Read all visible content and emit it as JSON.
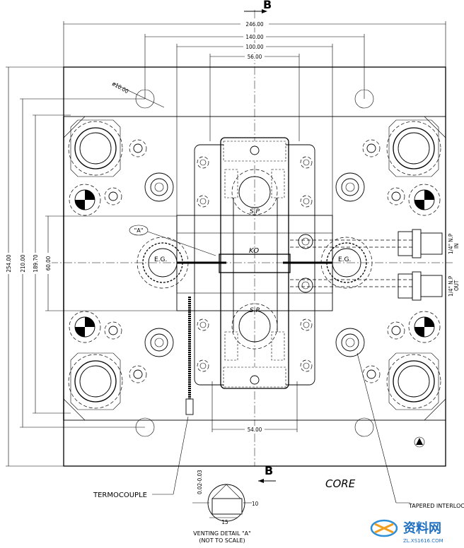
{
  "section_marks": {
    "letter": "B"
  },
  "dimensions": {
    "width_246": "246.00",
    "width_140": "140.00",
    "width_100": "100.00",
    "width_56": "56.00",
    "width_54": "54.00",
    "height_254": "254.00",
    "height_210": "210.00",
    "height_189": "189.70",
    "height_60": "60.00",
    "hole_dia": "ø10.00"
  },
  "labels": {
    "ko": "KO",
    "sp": "S.P",
    "eg": "E.G.",
    "detail_marker": "\"A\"",
    "core": "CORE",
    "termocouple": "TERMOCOUPLE",
    "tapered_interlocks": "TAPERED INTERLOCKS",
    "venting_line1": "VENTING DETAIL \"A\"",
    "venting_line2": "(NOT TO SCALE)",
    "vent_dim_w": "15",
    "vent_dim_h": "10",
    "vent_dim_depth": "0.02-0.03",
    "fitting_1": "1/4\" N.P",
    "fitting_1_label": "IN",
    "fitting_2": "1/4\" N.P",
    "fitting_2_label": "OUT"
  },
  "watermark": {
    "brand": "资料网",
    "url": "ZL.XS1616.COM"
  }
}
